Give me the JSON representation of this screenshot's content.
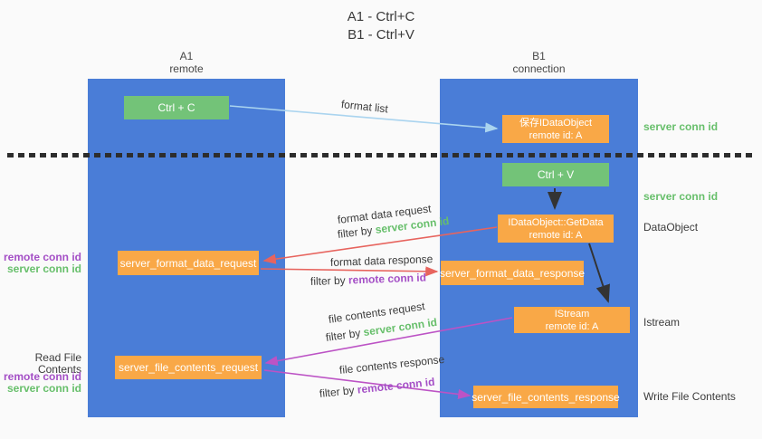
{
  "title": {
    "line1": "A1 - Ctrl+C",
    "line2": "B1 - Ctrl+V"
  },
  "columns": {
    "a1": {
      "title": "A1",
      "subtitle": "remote"
    },
    "b1": {
      "title": "B1",
      "subtitle": "connection"
    }
  },
  "nodes": {
    "ctrl_c": {
      "label": "Ctrl + C"
    },
    "save_idataobject": {
      "line1": "保存IDataObject",
      "line2": "remote id: A"
    },
    "ctrl_v": {
      "label": "Ctrl + V"
    },
    "getdata": {
      "line1": "IDataObject::GetData",
      "line2": "remote id: A"
    },
    "format_request": {
      "label": "server_format_data_request"
    },
    "format_response": {
      "label": "server_format_data_response"
    },
    "istream": {
      "line1": "IStream",
      "line2": "remote id: A"
    },
    "file_request": {
      "label": "server_file_contents_request"
    },
    "file_response": {
      "label": "server_file_contents_response"
    }
  },
  "flow_labels": {
    "format_list": "format list",
    "format_data_request": "format data request",
    "format_data_response": "format data response",
    "file_contents_request": "file contents request",
    "file_contents_response": "file contents response",
    "filter_by": "filter by ",
    "server_conn_id": "server conn id",
    "remote_conn_id": "remote conn id"
  },
  "side_labels": {
    "right": {
      "server_conn_id_1": "server conn id",
      "server_conn_id_2": "server conn id",
      "dataobject": "DataObject",
      "istream": "Istream",
      "write_file_contents": "Write File Contents"
    },
    "left": {
      "remote_conn_id_1": "remote conn id",
      "server_conn_id_1": "server conn id",
      "read_file_contents": "Read File Contents",
      "remote_conn_id_2": "remote conn id",
      "server_conn_id_2": "server conn id"
    }
  },
  "colors": {
    "column_blue": "#4a7dd7",
    "node_green": "#73c378",
    "node_orange": "#f9a847",
    "arrow_blue": "#aad4ef",
    "arrow_red": "#e7645e",
    "arrow_purple": "#bc53c5",
    "arrow_black": "#333333",
    "text_green": "#67bf6b",
    "text_purple": "#a44fc6",
    "background": "#fafafa"
  }
}
